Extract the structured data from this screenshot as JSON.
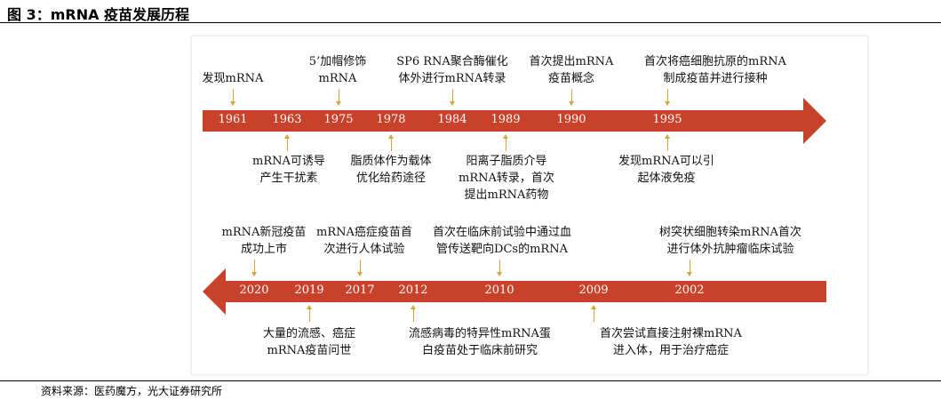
{
  "title": "图 3：mRNA 疫苗发展历程",
  "source": "资料来源：医药魔方，光大证券研究所",
  "colors": {
    "arrow": "#c8412a",
    "pointer": "#d9a43a"
  },
  "top_years": [
    "1961",
    "1963",
    "1975",
    "1978",
    "1984",
    "1989",
    "1990",
    "1995"
  ],
  "bottom_years": [
    "2020",
    "2019",
    "2017",
    "2012",
    "2010",
    "2009",
    "2002"
  ],
  "events": {
    "e1961": [
      "发现mRNA"
    ],
    "e1963": [
      "mRNA可诱导",
      "产生干扰素"
    ],
    "e1975": [
      "5’加帽修饰",
      "mRNA"
    ],
    "e1978": [
      "脂质体作为载体",
      "优化给药途径"
    ],
    "e1984": [
      "SP6 RNA聚合酶催化",
      "体外进行mRNA转录"
    ],
    "e1989": [
      "阳离子脂质介导",
      "mRNA转录，首次",
      "提出mRNA药物"
    ],
    "e1990": [
      "首次提出mRNA",
      "疫苗概念"
    ],
    "e1995a": [
      "首次将癌细胞抗原的mRNA",
      "制成疫苗并进行接种"
    ],
    "e1995b": [
      "发现mRNA可以引",
      "起体液免疫"
    ],
    "e2020": [
      "mRNA新冠疫苗",
      "成功上市"
    ],
    "e2019": [
      "大量的流感、癌症",
      "mRNA疫苗问世"
    ],
    "e2017": [
      "mRNA癌症疫苗首",
      "次进行人体试验"
    ],
    "e2012": [
      "流感病毒的特异性mRNA蛋",
      "白疫苗处于临床前研究"
    ],
    "e2010": [
      "首次在临床前试验中通过血",
      "管传送靶向DCs的mRNA"
    ],
    "e2009": [
      "首次尝试直接注射裸mRNA",
      "进入体，用于治疗癌症"
    ],
    "e2002": [
      "树突状细胞转染mRNA首次",
      "进行体外抗肿瘤临床试验"
    ]
  }
}
